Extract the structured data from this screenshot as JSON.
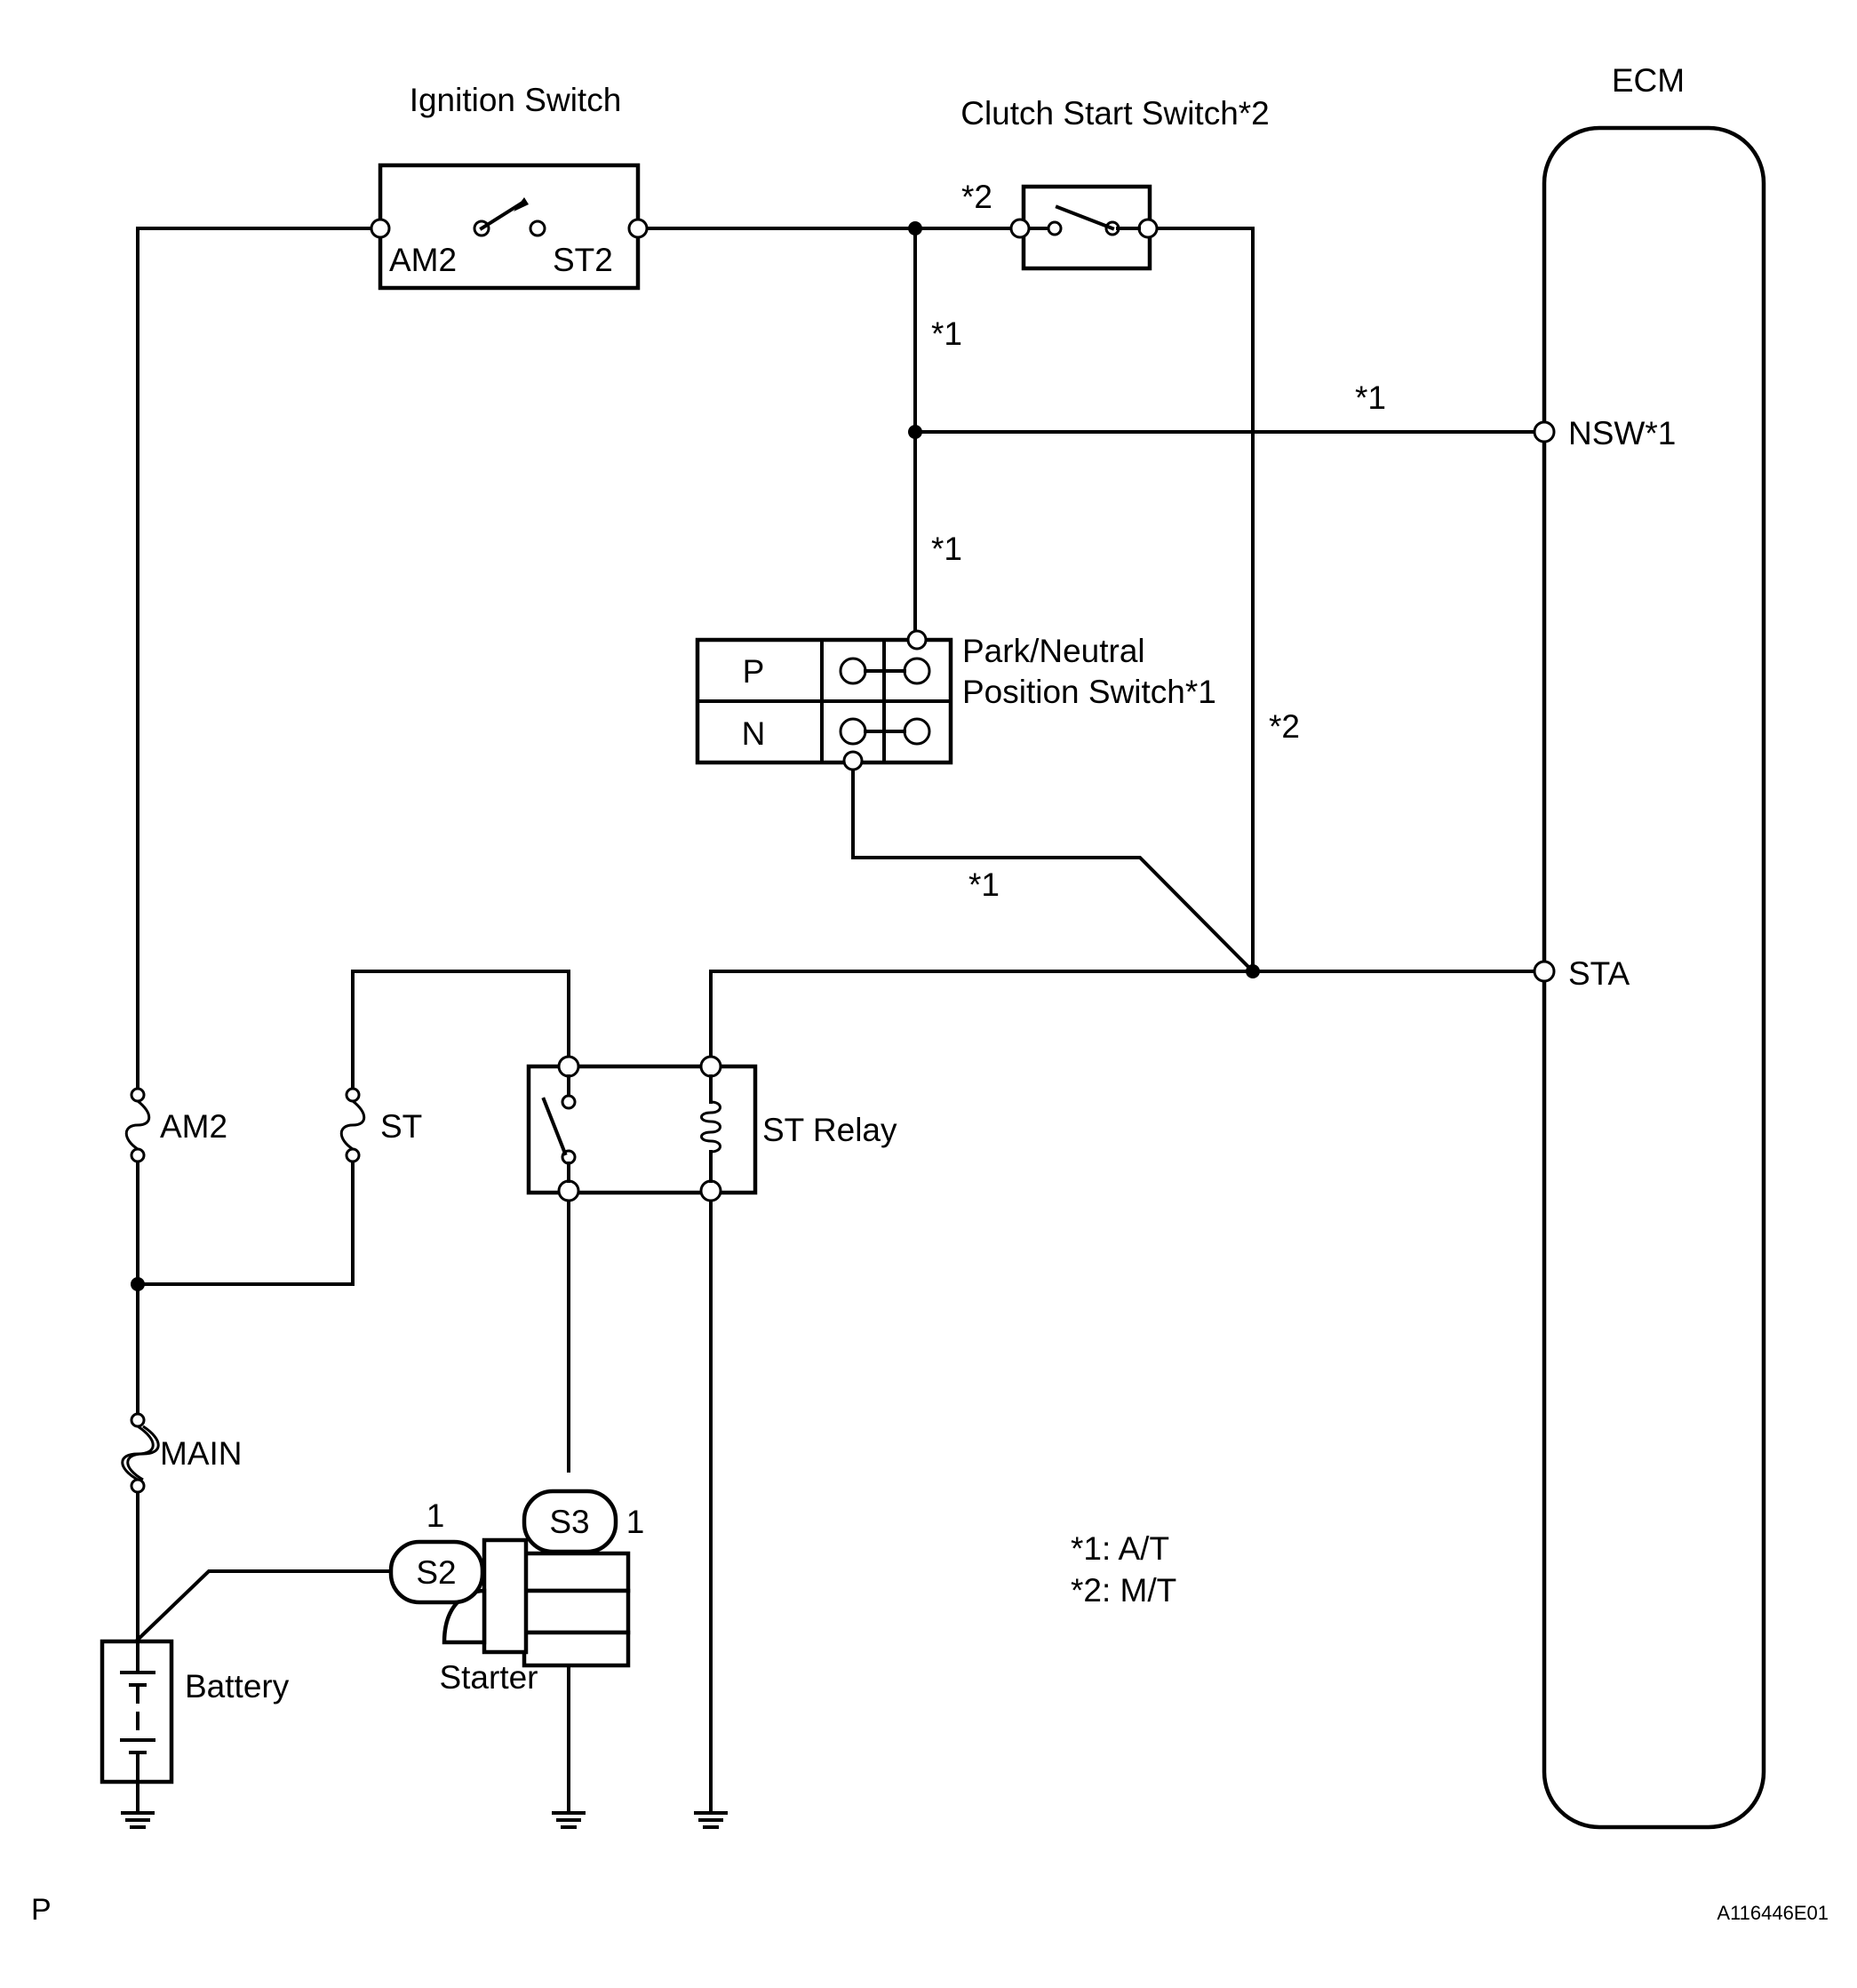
{
  "components": {
    "ignition_switch": {
      "label": "Ignition Switch",
      "pin_am2": "AM2",
      "pin_st2": "ST2"
    },
    "clutch_start_switch": {
      "label": "Clutch Start Switch*2",
      "note": "*2"
    },
    "ecm": {
      "label": "ECM",
      "pin_nsw": "NSW*1",
      "pin_sta": "STA"
    },
    "pnp_switch": {
      "label_line1": "Park/Neutral",
      "label_line2": "Position Switch*1",
      "row_p": "P",
      "row_n": "N"
    },
    "st_relay": {
      "label": "ST Relay"
    },
    "fuse_am2": {
      "label": "AM2"
    },
    "fuse_st": {
      "label": "ST"
    },
    "fuse_main": {
      "label": "MAIN"
    },
    "battery": {
      "label": "Battery"
    },
    "starter": {
      "label": "Starter",
      "conn_s2": "S2",
      "conn_s3": "S3",
      "pin_s2": "1",
      "pin_s3": "1"
    }
  },
  "wire_notes": {
    "at_1": "*1",
    "at_2": "*1",
    "at_3": "*1",
    "at_4": "*1",
    "mt_1": "*2"
  },
  "legend": {
    "line1": "*1: A/T",
    "line2": "*2: M/T"
  },
  "footer": {
    "left": "P",
    "code": "A116446E01"
  }
}
